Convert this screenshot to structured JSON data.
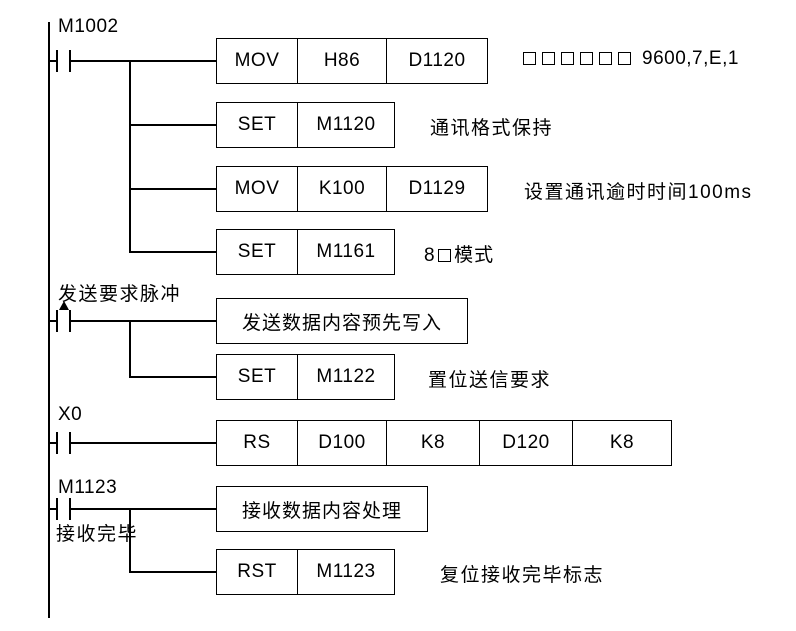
{
  "diagram": {
    "title": "PLC ladder diagram - RS communication",
    "rungs": [
      {
        "contact_label": "M1002",
        "contact_type": "normally-open",
        "rows": [
          {
            "cells": [
              "MOV",
              "H86",
              "D1120"
            ],
            "comment": "9600,7,E,1",
            "comment_prefix_boxes": 6
          },
          {
            "cells": [
              "SET",
              "M1120"
            ],
            "comment": "通讯格式保持"
          },
          {
            "cells": [
              "MOV",
              "K100",
              "D1129"
            ],
            "comment": "设置通讯逾时时间100ms"
          },
          {
            "cells": [
              "SET",
              "M1161"
            ],
            "comment_pre": "8",
            "comment_post": "模式",
            "comment_box": true
          }
        ]
      },
      {
        "contact_label": "发送要求脉冲",
        "contact_type": "rising-edge",
        "rows": [
          {
            "cells": [
              "发送数据内容预先写入"
            ],
            "single": true
          },
          {
            "cells": [
              "SET",
              "M1122"
            ],
            "comment": "置位送信要求"
          }
        ]
      },
      {
        "contact_label": "X0",
        "contact_type": "normally-open",
        "rows": [
          {
            "cells": [
              "RS",
              "D100",
              "K8",
              "D120",
              "K8"
            ]
          }
        ]
      },
      {
        "contact_label": "M1123",
        "contact_label2": "接收完毕",
        "contact_type": "normally-open",
        "rows": [
          {
            "cells": [
              "接收数据内容处理"
            ],
            "single": true
          },
          {
            "cells": [
              "RST",
              "M1123"
            ],
            "comment": "复位接收完毕标志"
          }
        ]
      }
    ]
  }
}
